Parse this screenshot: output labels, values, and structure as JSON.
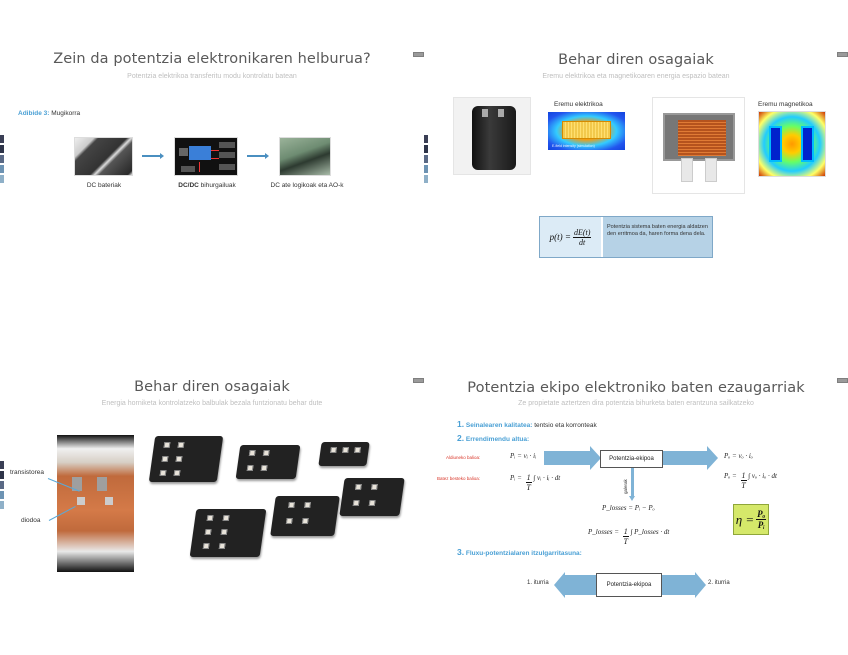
{
  "slides": [
    {
      "number_badge": "slide-number",
      "title": "Zein da potentzia elektronikaren helburua?",
      "subtitle": "Potentzia elektrikoa transferitu modu kontrolatu batean",
      "example_label": "Adibide 3:",
      "example_value": "Mugikorra",
      "chain": [
        {
          "image": "batteries-photo",
          "caption_bold": "",
          "caption": "DC bateriak"
        },
        {
          "image": "dcdc-converter-diagram",
          "caption_bold": "DC/DC",
          "caption": " bihurgailuak"
        },
        {
          "image": "logic-board-photo",
          "caption_bold": "",
          "caption": "DC ate logikoak eta AO-k"
        }
      ]
    },
    {
      "title": "Behar diren osagaiak",
      "subtitle": "Eremu elektrikoa eta magnetikoaren energia espazio batean",
      "electric_field_label": "Eremu elektrikoa",
      "electric_sim_caption": "E-field intensity (simulation)",
      "magnetic_field_label": "Eremu magnetikoa",
      "formula": {
        "lhs": "p(t) =",
        "numerator": "dE(t)",
        "denominator": "dt",
        "description": "Potentzia sistema baten energia aldatzen den erritmoa da, haren forma dena dela."
      }
    },
    {
      "title": "Behar diren osagaiak",
      "subtitle": "Energia horniketa kontrolatzeko balbulak bezala funtzionatu behar dute",
      "label_transistor": "transistorea",
      "label_diode": "diodoa"
    },
    {
      "title": "Potentzia ekipo elektroniko baten ezaugarriak",
      "subtitle": "Ze propietate aztertzen dira potentzia bihurketa baten erantzuna sailkatzeko",
      "items": [
        {
          "num": "1.",
          "head": "Seinalearen kalitatea:",
          "text": " tentsio eta korronteak"
        },
        {
          "num": "2.",
          "head": "Errendimendu altua:",
          "text": ""
        },
        {
          "num": "3.",
          "head": "Fluxu-potentzialaren itzulgarritasuna:",
          "text": ""
        }
      ],
      "instant_label": "Aldiuneko balioa:",
      "average_label": "Batez besteko balioa:",
      "eq_pi_inst": "Pᵢ = vᵢ · iᵢ",
      "eq_pi_avg_lhs": "Pᵢ =",
      "eq_pi_avg_rhs": "∫ vᵢ · iᵢ · dt",
      "eq_po_inst": "Pₒ = vₒ · iₒ",
      "eq_po_avg_lhs": "Pₒ =",
      "eq_po_avg_rhs": "∫ vₒ · iₒ · dt",
      "eq_loss_inst": "P_losses = Pᵢ − Pₒ",
      "eq_loss_avg_lhs": "P_losses =",
      "eq_loss_avg_rhs": "∫ P_losses · dt",
      "frac_one": "1",
      "frac_T": "T",
      "box_label": "Potentzia-ekipoa",
      "losses_label": "galerak",
      "efficiency": {
        "symbol": "η =",
        "numerator": "Pₒ",
        "denominator": "Pᵢ"
      },
      "source1": "1. iturria",
      "source2": "2. iturria"
    }
  ],
  "colors": {
    "accent_blue": "#4aa0d5",
    "red_label": "#d9372a",
    "formula_box": "#b6d2e6",
    "efficiency_box": "#d5e86a",
    "arrow": "#7fb3d6"
  }
}
